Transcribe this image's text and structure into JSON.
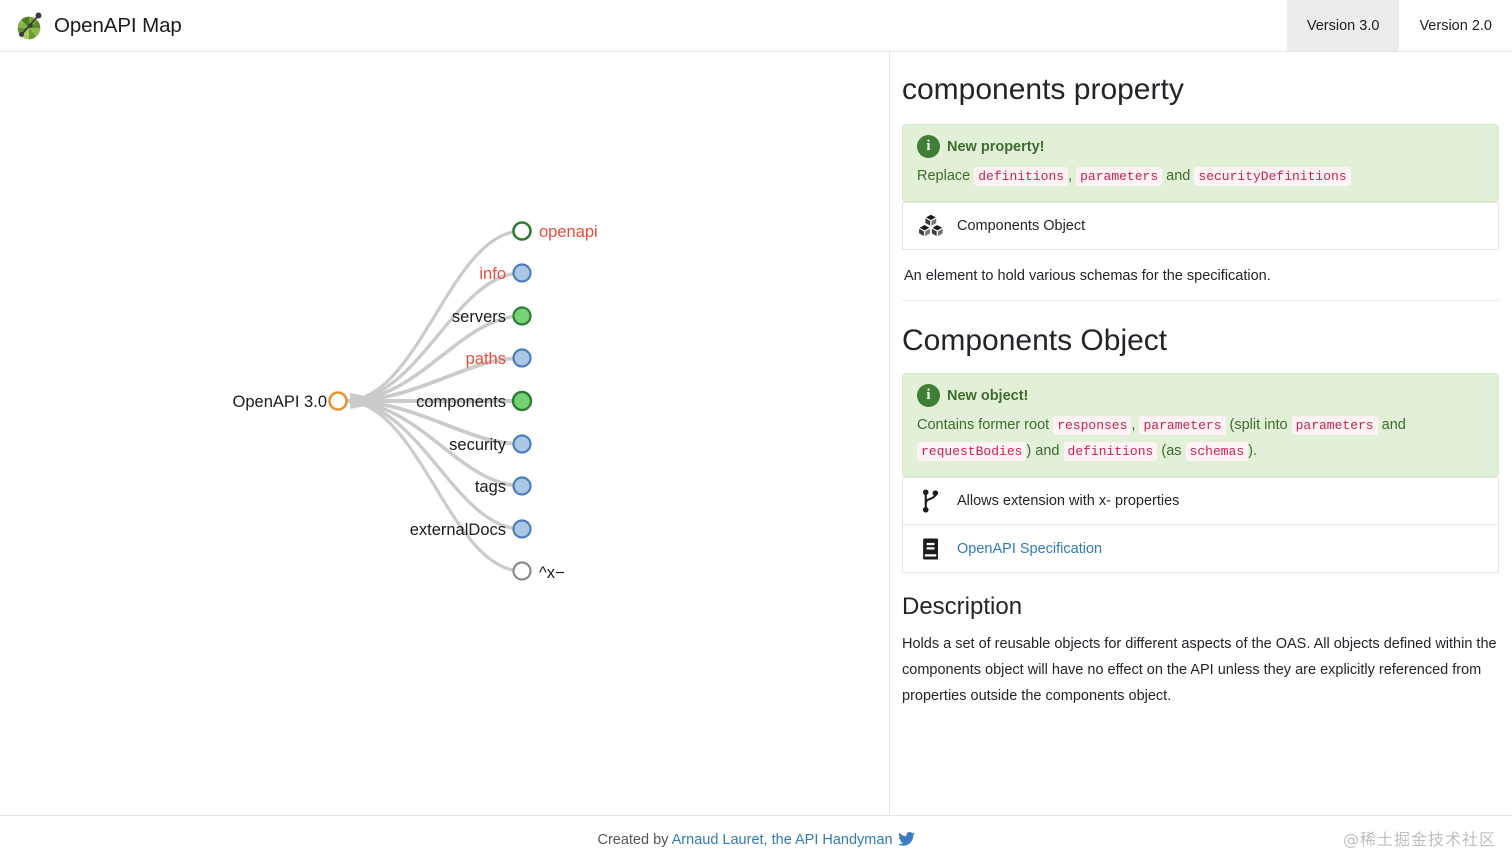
{
  "header": {
    "brand_title": "OpenAPI Map",
    "logo_icon": "openapi-map-logo-icon",
    "tabs": [
      {
        "label": "Version 3.0",
        "active": true
      },
      {
        "label": "Version 2.0",
        "active": false
      }
    ]
  },
  "map": {
    "root": {
      "label": "OpenAPI 3.0",
      "style": "hollow-orange"
    },
    "nodes": [
      {
        "label": "openapi",
        "style": "hollow-green",
        "label_color": "red",
        "label_side": "right"
      },
      {
        "label": "info",
        "style": "filled-blue",
        "label_color": "red",
        "label_side": "left"
      },
      {
        "label": "servers",
        "style": "filled-green",
        "label_color": "dark",
        "label_side": "left"
      },
      {
        "label": "paths",
        "style": "filled-blue",
        "label_color": "red",
        "label_side": "left"
      },
      {
        "label": "components",
        "style": "filled-green",
        "label_color": "dark",
        "label_side": "left",
        "selected": true
      },
      {
        "label": "security",
        "style": "filled-blue",
        "label_color": "dark",
        "label_side": "left"
      },
      {
        "label": "tags",
        "style": "filled-blue",
        "label_color": "dark",
        "label_side": "left"
      },
      {
        "label": "externalDocs",
        "style": "filled-blue",
        "label_color": "dark",
        "label_side": "left"
      },
      {
        "label": "^x−",
        "style": "hollow-gray",
        "label_color": "dark",
        "label_side": "right"
      }
    ],
    "colors": {
      "orange": "#e8952f",
      "green_border": "#2e7d32",
      "green_fill": "#76d275",
      "blue_border": "#4a7ebb",
      "blue_fill": "#aac8e4",
      "gray_border": "#8a8a8a",
      "link": "#c9c9c9",
      "label_red": "#e74c3c"
    }
  },
  "detail": {
    "title": "components property",
    "property_note": {
      "icon": "info-circle-icon",
      "heading": "New property!",
      "parts": [
        {
          "type": "text",
          "value": "Replace "
        },
        {
          "type": "code",
          "value": "definitions"
        },
        {
          "type": "text",
          "value": ", "
        },
        {
          "type": "code",
          "value": "parameters"
        },
        {
          "type": "text",
          "value": " and "
        },
        {
          "type": "code",
          "value": "securityDefinitions"
        }
      ]
    },
    "property_rows": [
      {
        "icon": "cubes-icon",
        "label": "Components Object",
        "is_link": false
      }
    ],
    "property_description": "An element to hold various schemas for the specification.",
    "object_title": "Components Object",
    "object_note": {
      "icon": "info-circle-icon",
      "heading": "New object!",
      "parts": [
        {
          "type": "text",
          "value": "Contains former root "
        },
        {
          "type": "code",
          "value": "responses"
        },
        {
          "type": "text",
          "value": ", "
        },
        {
          "type": "code",
          "value": "parameters"
        },
        {
          "type": "text",
          "value": " (split into "
        },
        {
          "type": "code",
          "value": "parameters"
        },
        {
          "type": "text",
          "value": " and "
        },
        {
          "type": "code",
          "value": "requestBodies"
        },
        {
          "type": "text",
          "value": ") and "
        },
        {
          "type": "code",
          "value": "definitions"
        },
        {
          "type": "text",
          "value": " (as "
        },
        {
          "type": "code",
          "value": "schemas"
        },
        {
          "type": "text",
          "value": ")."
        }
      ]
    },
    "object_rows": [
      {
        "icon": "git-branch-icon",
        "label": "Allows extension with x- properties",
        "is_link": false
      },
      {
        "icon": "book-icon",
        "label": "OpenAPI Specification",
        "is_link": true
      }
    ],
    "description_title": "Description",
    "description_text": "Holds a set of reusable objects for different aspects of the OAS. All objects defined within the components object will have no effect on the API unless they are explicitly referenced from properties outside the components object."
  },
  "footer": {
    "prefix": "Created by ",
    "link_text": "Arnaud Lauret, the API Handyman",
    "twitter_icon": "twitter-bird-icon",
    "watermark": "@稀土掘金技术社区"
  }
}
